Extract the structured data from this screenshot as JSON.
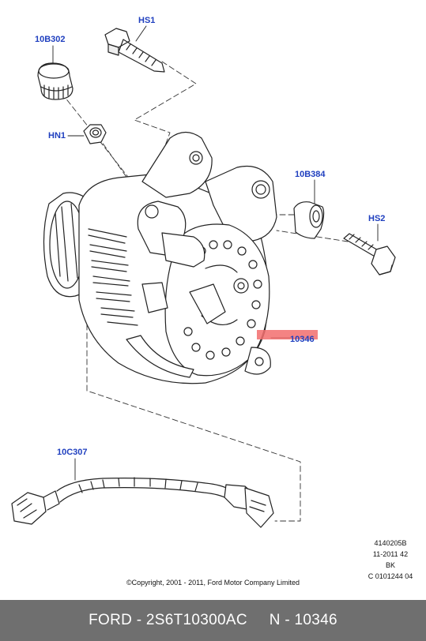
{
  "callouts": {
    "hs1": "HS1",
    "b302": "10B302",
    "hn1": "HN1",
    "b384": "10B384",
    "hs2": "HS2",
    "part10346": "10346",
    "c307": "10C307"
  },
  "meta": {
    "line1": "4140205B",
    "line2": "11-2011 42",
    "line3": "BK",
    "line4": "C 0101244 04"
  },
  "copyright": "©Copyright, 2001 - 2011, Ford Motor Company Limited",
  "footer": {
    "text": "FORD - 2S6T10300AC     N - 10346"
  },
  "colors": {
    "callout": "#1f3fbf",
    "highlight": "#f26d6d",
    "footer_bg": "#6f6f6f"
  }
}
